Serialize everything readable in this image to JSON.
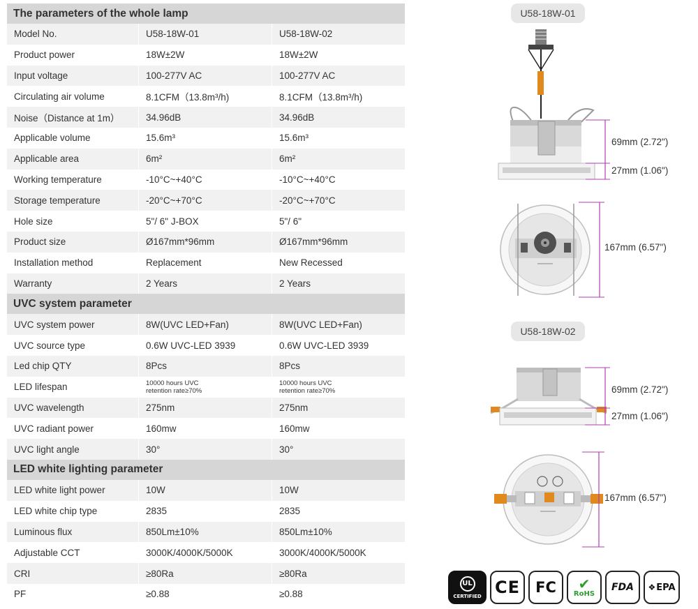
{
  "table": {
    "sections": [
      {
        "title": "The parameters of the whole lamp",
        "rows": [
          {
            "label": "Model No.",
            "v1": "U58-18W-01",
            "v2": "U58-18W-02"
          },
          {
            "label": "Product power",
            "v1": "18W±2W",
            "v2": "18W±2W"
          },
          {
            "label": "Input voltage",
            "v1": "100-277V AC",
            "v2": "100-277V AC"
          },
          {
            "label": "Circulating air volume",
            "v1": "8.1CFM（13.8m³/h)",
            "v2": "8.1CFM（13.8m³/h)"
          },
          {
            "label": "Noise（Distance at 1m）",
            "v1": "34.96dB",
            "v2": "34.96dB"
          },
          {
            "label": "Applicable volume",
            "v1": "15.6m³",
            "v2": "15.6m³"
          },
          {
            "label": "Applicable area",
            "v1": "6m²",
            "v2": "6m²"
          },
          {
            "label": "Working temperature",
            "v1": "-10°C~+40°C",
            "v2": "-10°C~+40°C"
          },
          {
            "label": "Storage temperature",
            "v1": "-20°C~+70°C",
            "v2": "-20°C~+70°C"
          },
          {
            "label": "Hole size",
            "v1": "5\"/ 6\" J-BOX",
            "v2": "5\"/ 6\""
          },
          {
            "label": "Product size",
            "v1": "Ø167mm*96mm",
            "v2": "Ø167mm*96mm"
          },
          {
            "label": "Installation method",
            "v1": "Replacement",
            "v2": "New Recessed"
          },
          {
            "label": "Warranty",
            "v1": "2 Years",
            "v2": "2 Years"
          }
        ]
      },
      {
        "title": "UVC system parameter",
        "rows": [
          {
            "label": "UVC system power",
            "v1": "8W(UVC LED+Fan)",
            "v2": "8W(UVC LED+Fan)"
          },
          {
            "label": "UVC source type",
            "v1": "0.6W UVC-LED 3939",
            "v2": "0.6W UVC-LED 3939"
          },
          {
            "label": "Led chip QTY",
            "v1": "8Pcs",
            "v2": "8Pcs"
          },
          {
            "label": "LED lifespan",
            "v1": "10000 hours UVC\nretention rate≥70%",
            "v2": "10000 hours UVC\nretention rate≥70%",
            "small": true
          },
          {
            "label": "UVC wavelength",
            "v1": "275nm",
            "v2": "275nm"
          },
          {
            "label": "UVC radiant power",
            "v1": "160mw",
            "v2": "160mw"
          },
          {
            "label": "UVC light angle",
            "v1": "30°",
            "v2": "30°"
          }
        ]
      },
      {
        "title": "LED white  lighting  parameter",
        "rows": [
          {
            "label": "LED white light power",
            "v1": "10W",
            "v2": "10W"
          },
          {
            "label": "LED white chip type",
            "v1": "2835",
            "v2": "2835"
          },
          {
            "label": "Luminous flux",
            "v1": "850Lm±10%",
            "v2": "850Lm±10%"
          },
          {
            "label": "Adjustable CCT",
            "v1": "3000K/4000K/5000K",
            "v2": "3000K/4000K/5000K"
          },
          {
            "label": "CRI",
            "v1": "≥80Ra",
            "v2": "≥80Ra"
          },
          {
            "label": "PF",
            "v1": "≥0.88",
            "v2": "≥0.88"
          }
        ]
      }
    ]
  },
  "drawings": {
    "model1": "U58-18W-01",
    "model2": "U58-18W-02",
    "dim_body_height": "69mm (2.72\")",
    "dim_trim_height": "27mm (1.06\")",
    "dim_diameter": "167mm (6.57\")",
    "dim_body_height_2": "69mm (2.72\")",
    "dim_trim_height_2": "27mm (1.06\")",
    "dim_diameter_2": "167mm (6.57\")"
  },
  "certifications": {
    "ul": "UL",
    "ul_sub": "CERTIFIED",
    "ce": "CE",
    "fc": "FC",
    "rohs": "RoHS",
    "fda": "FDA",
    "epa": "EPA"
  },
  "colors": {
    "section_header": "#d6d6d6",
    "row_alt": "#f1f1f1",
    "dimension_line": "#b03cb0",
    "clip_orange": "#e08a1e"
  }
}
